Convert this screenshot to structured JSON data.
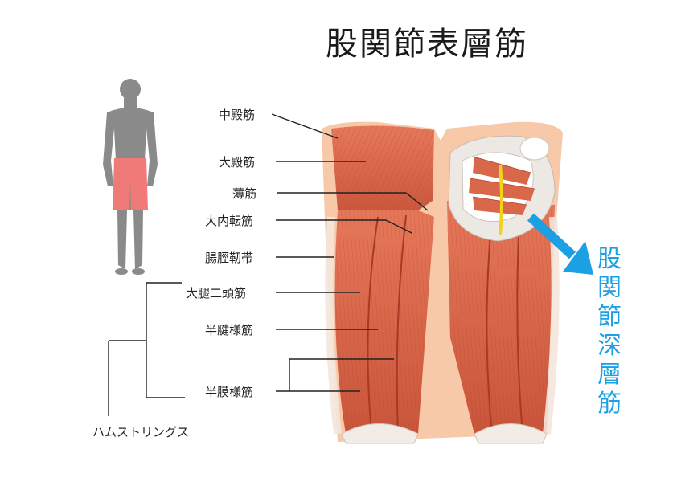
{
  "title": "股関節表層筋",
  "labels": {
    "gluteus_medius": "中殿筋",
    "gluteus_maximus": "大殿筋",
    "gracilis": "薄筋",
    "adductor_magnus": "大内転筋",
    "iliotibial_band": "腸脛靭帯",
    "biceps_femoris": "大腿二頭筋",
    "semitendinosus": "半腱様筋",
    "semimembranosus": "半膜様筋"
  },
  "group_label": "ハムストリングス",
  "deep_label": "股関節深層筋",
  "colors": {
    "muscle": "#d9684a",
    "muscle_dark": "#b9452c",
    "skin": "#f7c9a8",
    "highlight": "#f07a78",
    "figure": "#8a8a8a",
    "arrow": "#1aa0e3",
    "nerve": "#f2d21e"
  }
}
